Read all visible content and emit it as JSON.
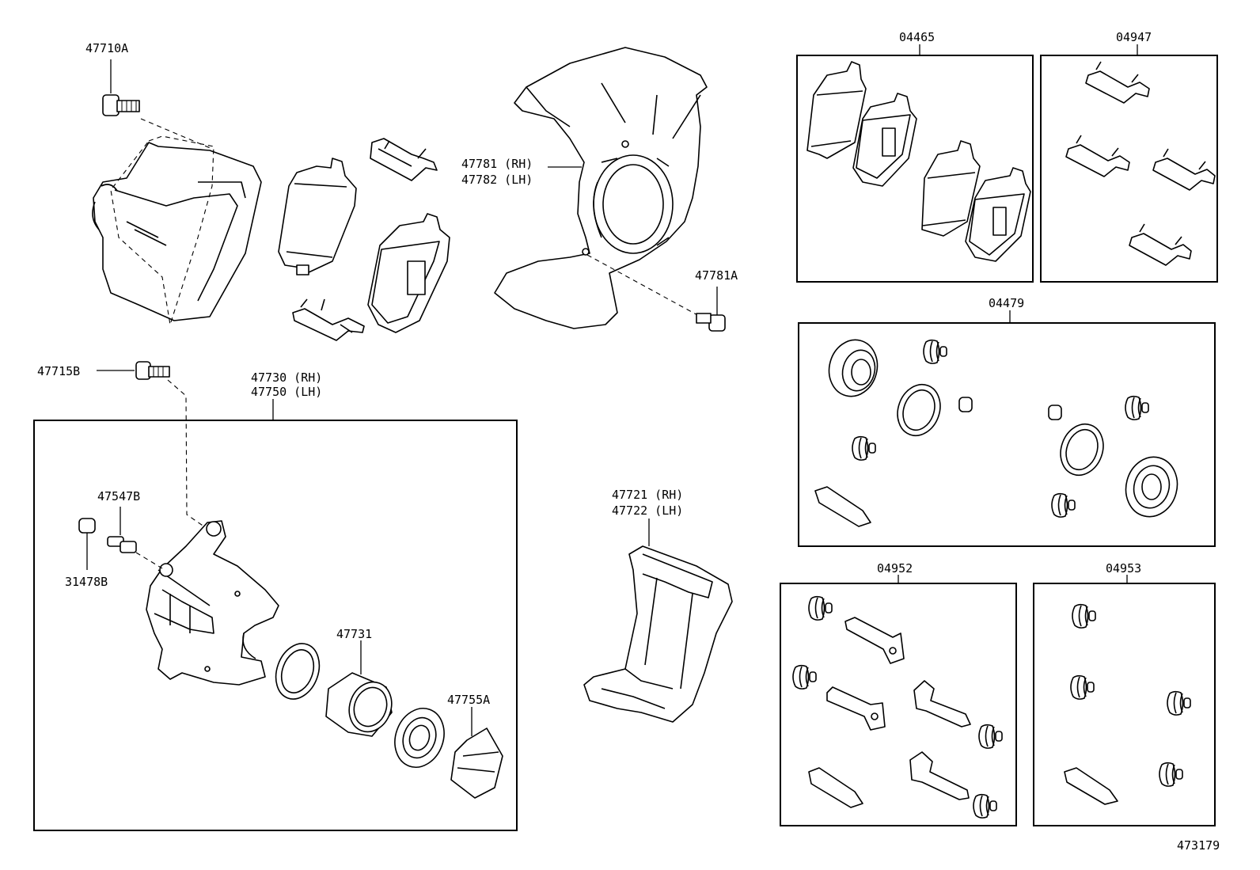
{
  "labels": {
    "bolt_47710A": "47710A",
    "shield_rh": "47781 (RH)",
    "shield_lh": "47782 (LH)",
    "bolt_47781A": "47781A",
    "bolt_47715B": "47715B",
    "caliper_rh": "47730 (RH)",
    "caliper_lh": "47750 (LH)",
    "bleeder_47547B": "47547B",
    "cap_31478B": "31478B",
    "piston_47731": "47731",
    "plate_47755A": "47755A",
    "mount_rh": "47721 (RH)",
    "mount_lh": "47722 (LH)",
    "kit_04465": "04465",
    "kit_04947": "04947",
    "kit_04479": "04479",
    "kit_04952": "04952",
    "kit_04953": "04953",
    "drawing_number": "473179"
  },
  "colors": {
    "line": "#000000",
    "background": "#ffffff"
  }
}
